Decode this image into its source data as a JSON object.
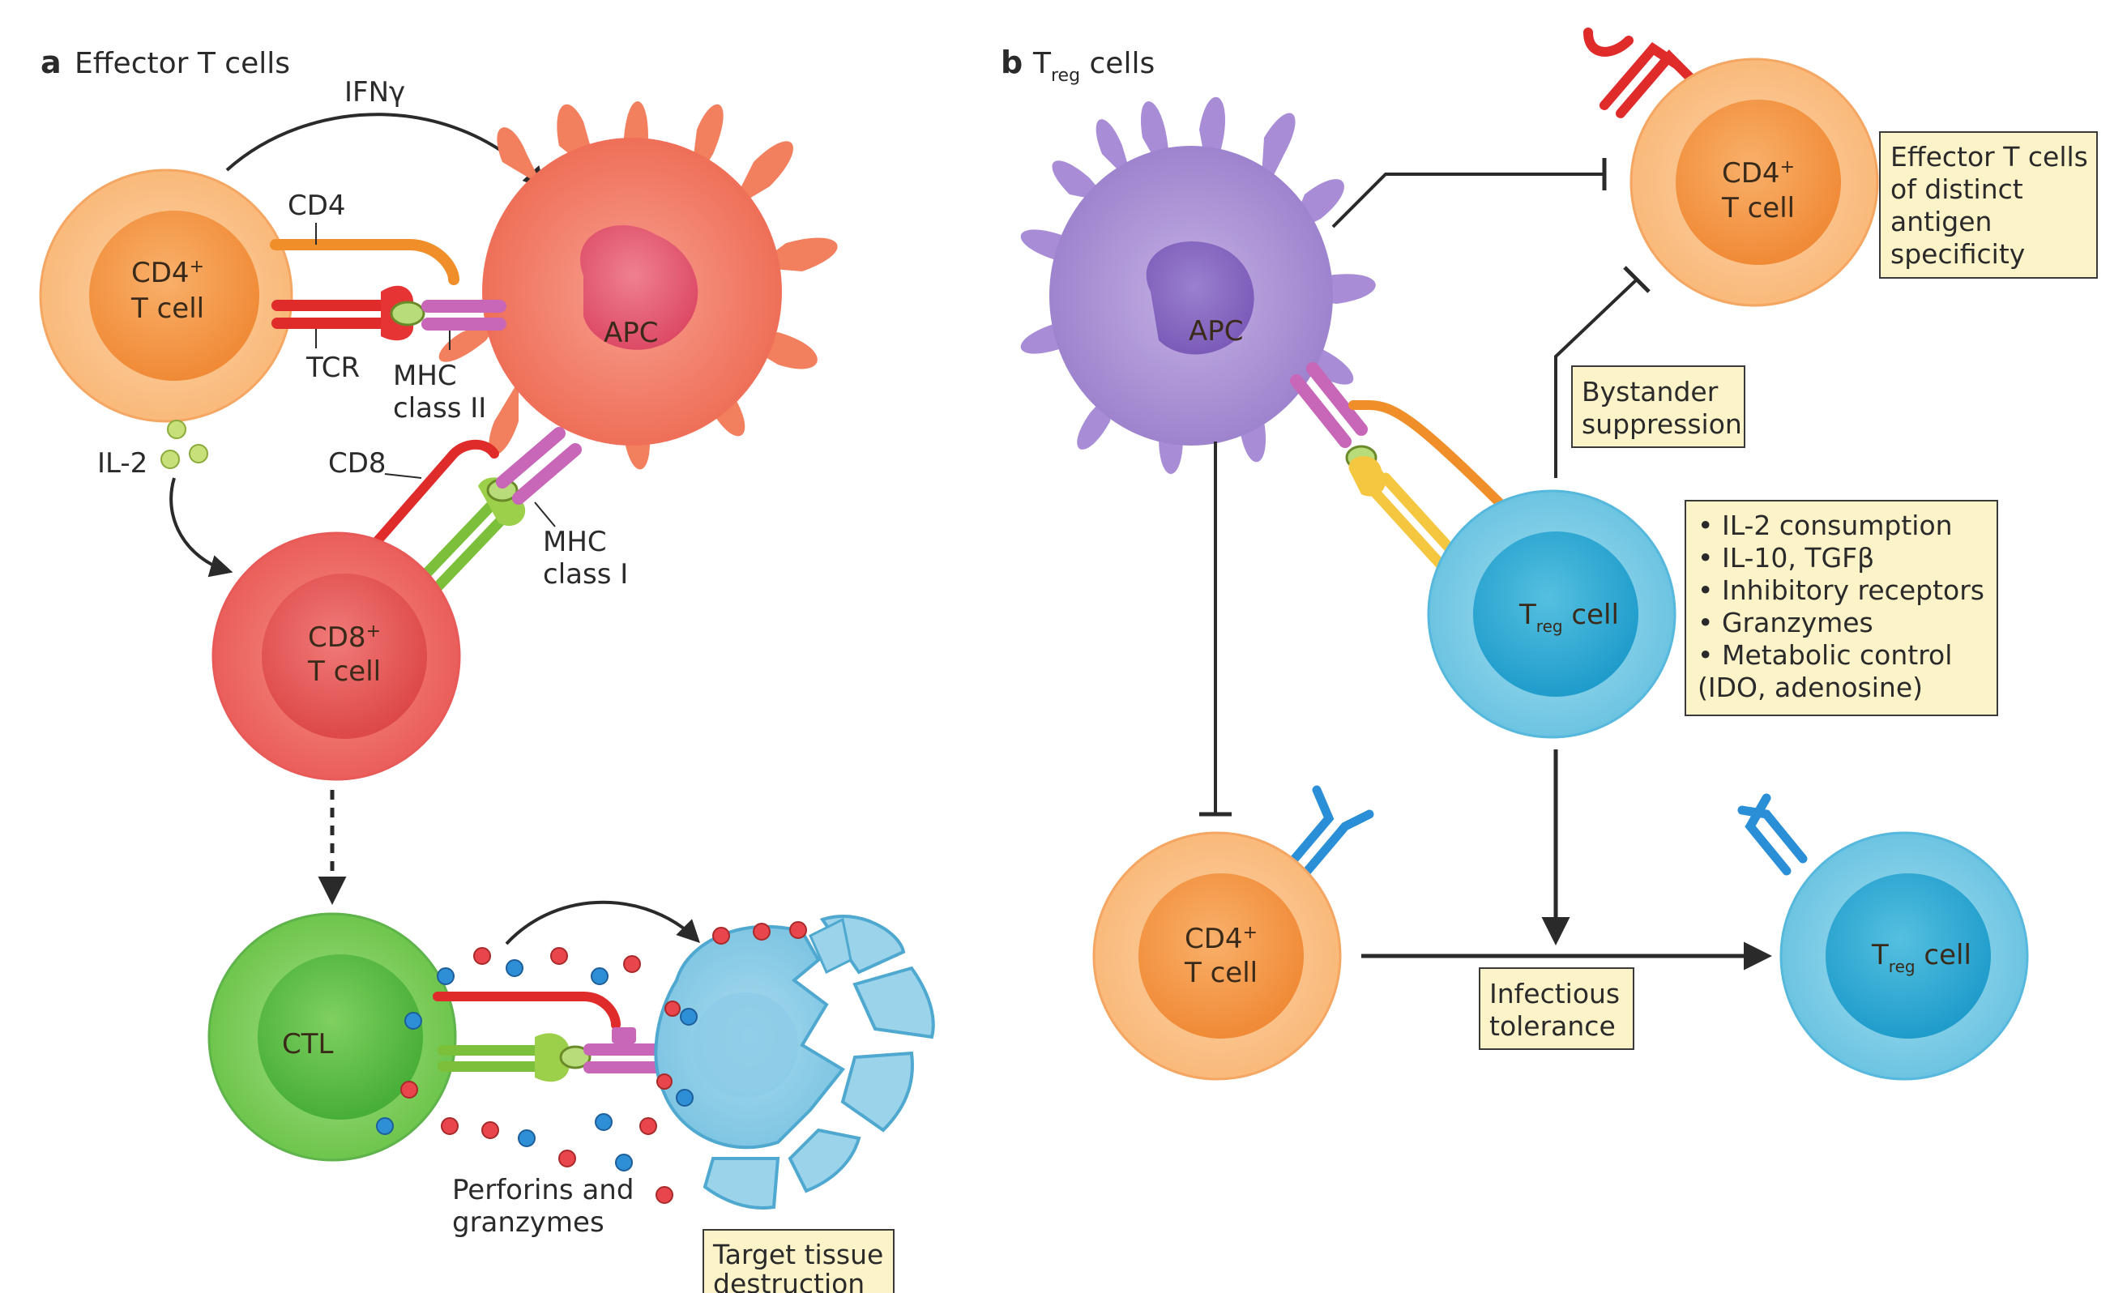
{
  "panel_a": {
    "letter": "a",
    "title": "Effector T cells",
    "ifn": "IFNγ",
    "cd4": "CD4",
    "tcr": "TCR",
    "mhc2_line1": "MHC",
    "mhc2_line2": "class II",
    "il2": "IL-2",
    "cd8": "CD8",
    "mhc1_line1": "MHC",
    "mhc1_line2": "class I",
    "cd4_cell_line1": "CD4",
    "cd4_cell_sup": "+",
    "cd4_cell_line2": "T cell",
    "apc": "APC",
    "cd8_cell_line1": "CD8",
    "cd8_cell_sup": "+",
    "cd8_cell_line2": "T cell",
    "ctl": "CTL",
    "perforins_line1": "Perforins and",
    "perforins_line2": "granzymes",
    "target_line1": "Target tissue",
    "target_line2": "destruction"
  },
  "panel_b": {
    "letter": "b",
    "title_t": "T",
    "title_sub": "reg",
    "title_rest": " cells",
    "apc": "APC",
    "effector_line1": "CD4",
    "effector_sup": "+",
    "effector_line2": "T cell",
    "effector_box": [
      "Effector T cells",
      "of distinct",
      "antigen",
      "specificity"
    ],
    "bystander": [
      "Bystander",
      "suppression"
    ],
    "treg_t": "T",
    "treg_sub": "reg",
    "treg_rest": " cell",
    "mechanisms": [
      "IL-2 consumption",
      "IL-10, TGFβ",
      "Inhibitory receptors",
      "Granzymes",
      "Metabolic control",
      "(IDO, adenosine)"
    ],
    "cd4_low_line1": "CD4",
    "cd4_low_sup": "+",
    "cd4_low_line2": "T cell",
    "infectious": [
      "Infectious",
      "tolerance"
    ],
    "treg2_t": "T",
    "treg2_sub": "reg",
    "treg2_rest": " cell"
  },
  "colors": {
    "orange_cell": "#fbc58e",
    "orange_core": "#f59a4a",
    "apc_red": "#f2705a",
    "apc_purple": "#a48ad0",
    "cd8_red": "#ee6e66",
    "ctl_green": "#7fcf5e",
    "treg_blue": "#72c7e3",
    "target_blue": "#9ad3ea",
    "note_yellow": "#fdf3c8"
  }
}
